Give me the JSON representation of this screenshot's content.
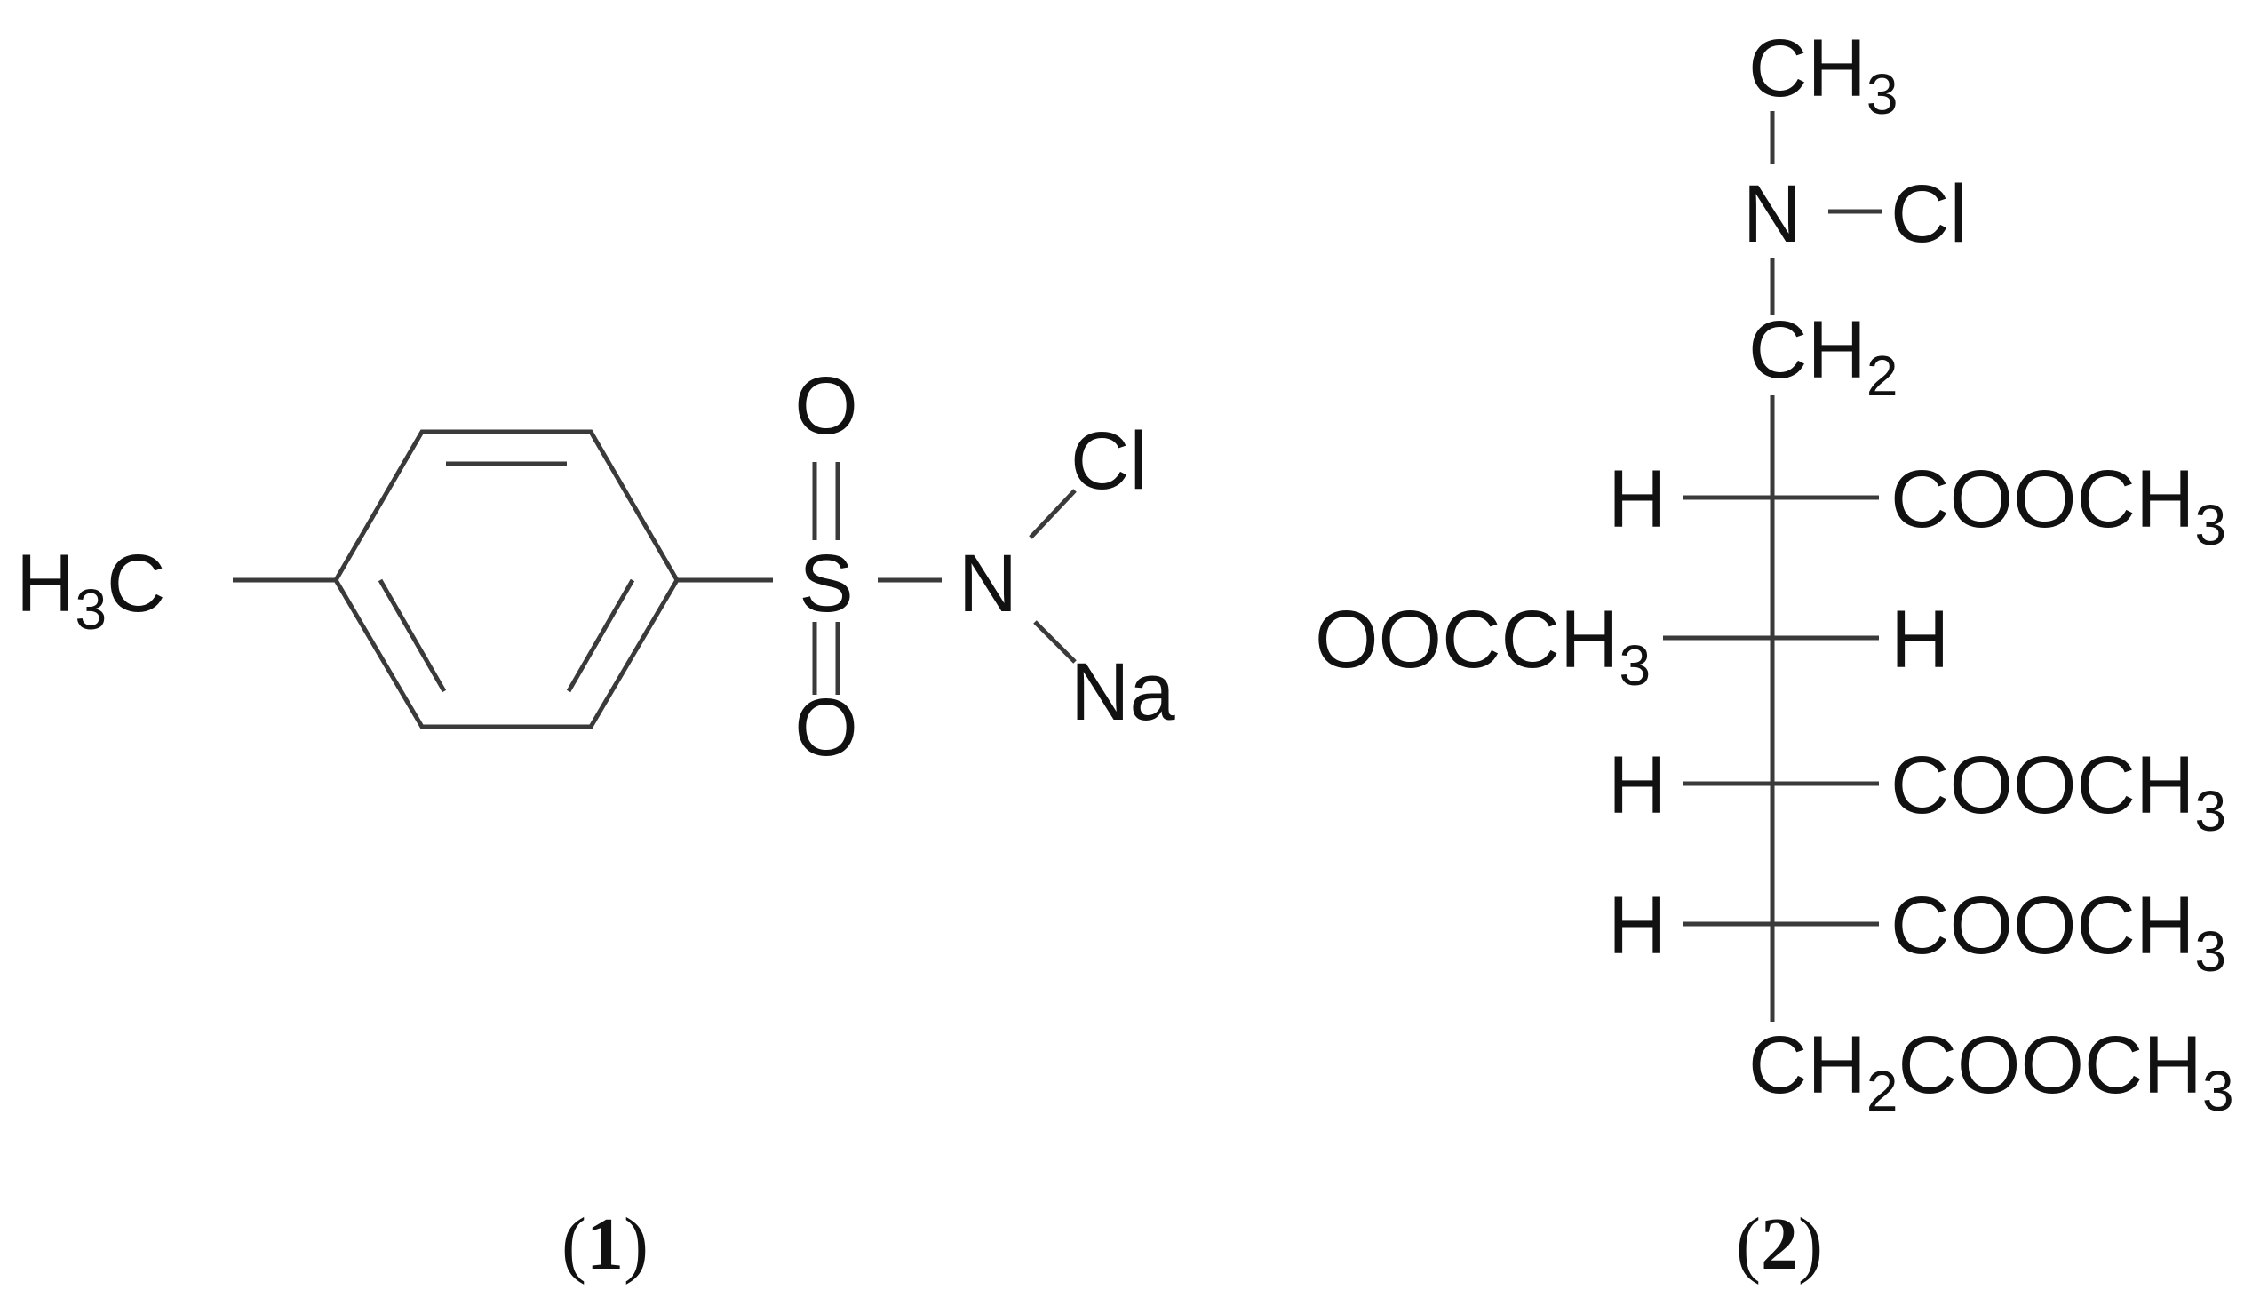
{
  "structure1": {
    "methyl": {
      "main": "H",
      "sub": "3",
      "tail": "C"
    },
    "sulfur": "S",
    "oxygen_top": "O",
    "oxygen_bottom": "O",
    "nitrogen": "N",
    "chlorine": "Cl",
    "sodium": "Na",
    "caption": {
      "open": "(",
      "number": "1",
      "close": ")"
    }
  },
  "structure2": {
    "methyl": {
      "main": "CH",
      "sub": "3"
    },
    "nitrogen": "N",
    "chlorine": "Cl",
    "methylene": {
      "main": "CH",
      "sub": "2"
    },
    "rows": [
      {
        "left": "H",
        "right_main": "COOCH",
        "right_sub": "3"
      },
      {
        "left_main": "OOCCH",
        "left_sub": "3",
        "right": "H"
      },
      {
        "left": "H",
        "right_main": "COOCH",
        "right_sub": "3"
      },
      {
        "left": "H",
        "right_main": "COOCH",
        "right_sub": "3"
      }
    ],
    "terminal": {
      "a": "CH",
      "a_sub": "2",
      "b": "COOCH",
      "b_sub": "3"
    },
    "caption": {
      "open": "(",
      "number": "2",
      "close": ")"
    }
  }
}
